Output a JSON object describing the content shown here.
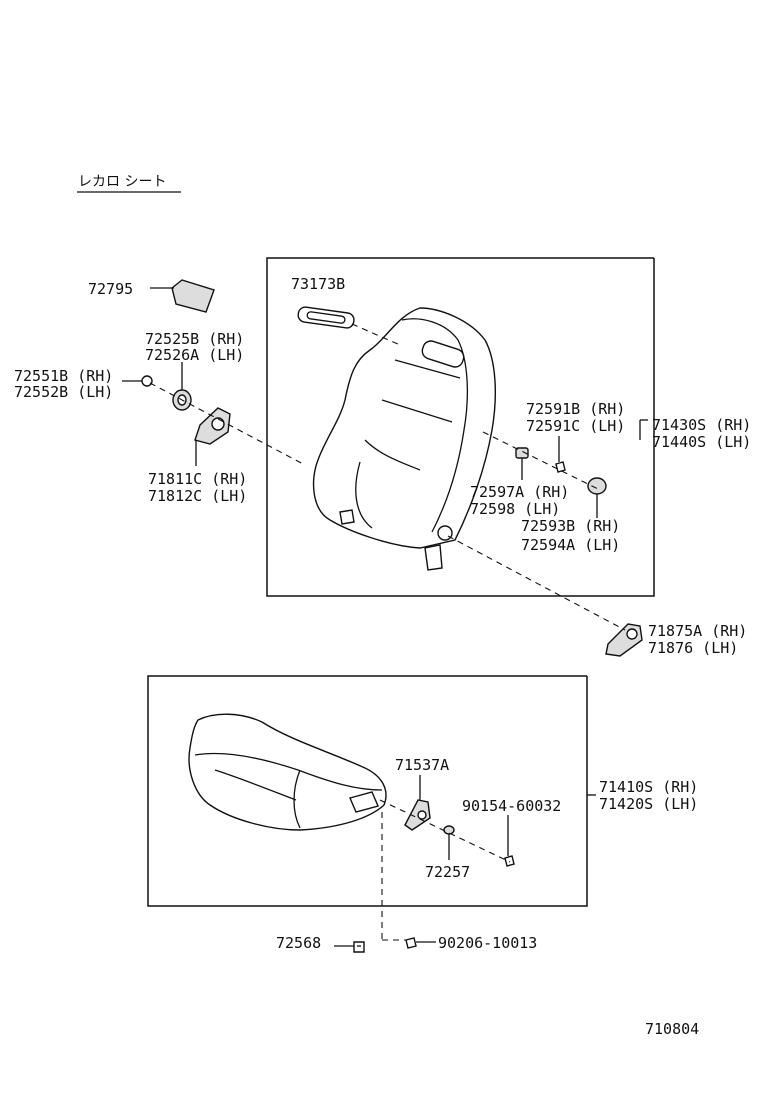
{
  "title": "レカロ シート",
  "diagram_id": "710804",
  "labels": {
    "p72795": "72795",
    "p73173B": "73173B",
    "p72525B": "72525B (RH)",
    "p72526A": "72526A (LH)",
    "p72551B": "72551B (RH)",
    "p72552B": "72552B (LH)",
    "p71811C": "71811C (RH)",
    "p71812C": "71812C (LH)",
    "p72591B": "72591B (RH)",
    "p72591C": "72591C (LH)",
    "p71430S": "71430S (RH)",
    "p71440S": "71440S (LH)",
    "p72597A": "72597A (RH)",
    "p72598": "72598  (LH)",
    "p72593B": "72593B (RH)",
    "p72594A": "72594A (LH)",
    "p71875A": "71875A (RH)",
    "p71876": "71876   (LH)",
    "p71537A": "71537A",
    "p71410S": "71410S (RH)",
    "p71420S": "71420S (LH)",
    "p90154": "90154-60032",
    "p72257": "72257",
    "p72568": "72568",
    "p90206": "90206-10013"
  }
}
